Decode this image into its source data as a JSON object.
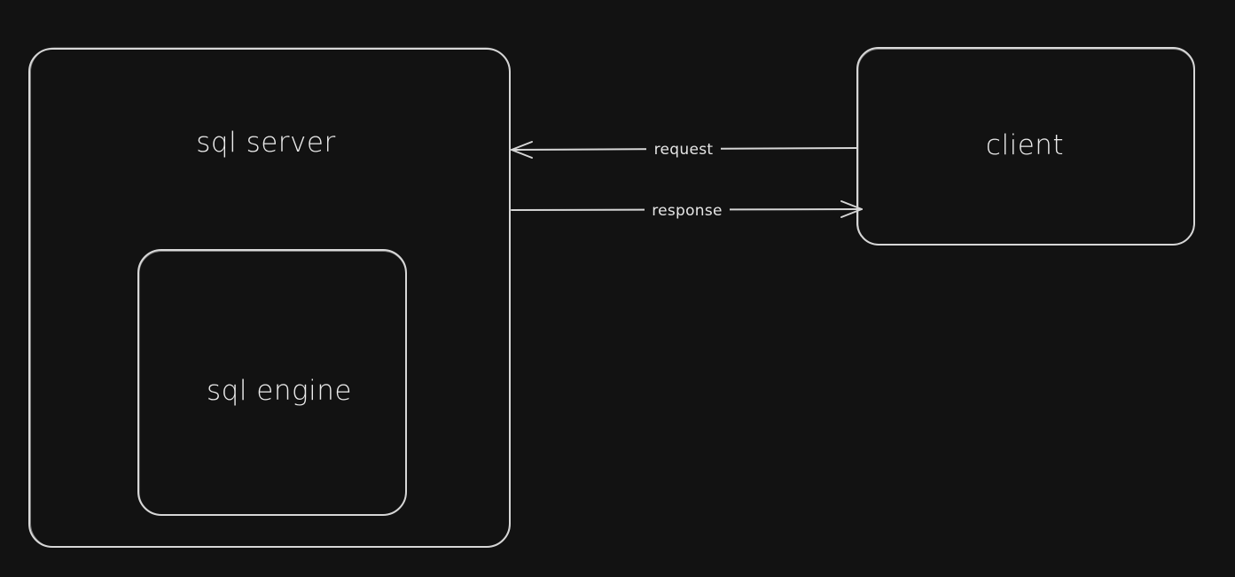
{
  "diagram": {
    "nodes": {
      "sql_server": {
        "label": "sql server"
      },
      "sql_engine": {
        "label": "sql engine"
      },
      "client": {
        "label": "client"
      }
    },
    "edges": {
      "request": {
        "label": "request",
        "from": "client",
        "to": "sql server"
      },
      "response": {
        "label": "response",
        "from": "sql server",
        "to": "client"
      }
    }
  },
  "colors": {
    "background": "#121212",
    "stroke": "#d9d9d9",
    "text": "#ececec"
  }
}
